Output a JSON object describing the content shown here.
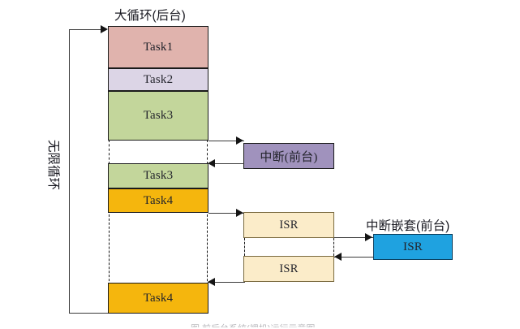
{
  "diagram": {
    "title_main_loop": "大循环(后台)",
    "label_infinite_loop": "无限循环",
    "title_nested_interrupt": "中断嵌套(前台)",
    "caption_cut": "图 前后台系统(裸机)运行示意图",
    "colors": {
      "task1": "#e0b3ad",
      "task2": "#dcd5e6",
      "task3": "#c3d69b",
      "task4": "#f5b60d",
      "interrupt": "#a092bd",
      "isr": "#fbecc9",
      "isr_nested": "#1fa2e0",
      "outline": "#1a1a1a",
      "isr_outline": "#7a6a3f",
      "line": "#3a3a3a"
    },
    "main_column_blocks": [
      {
        "id": "task1",
        "label": "Task1"
      },
      {
        "id": "task2",
        "label": "Task2"
      },
      {
        "id": "task3a",
        "label": "Task3"
      },
      {
        "id": "task3b",
        "label": "Task3"
      },
      {
        "id": "task4a",
        "label": "Task4"
      },
      {
        "id": "task4b",
        "label": "Task4"
      }
    ],
    "interrupt_block": {
      "label": "中断(前台)"
    },
    "isr_blocks": [
      {
        "id": "isr-top",
        "label": "ISR"
      },
      {
        "id": "isr-bottom",
        "label": "ISR"
      }
    ],
    "isr_nested_block": {
      "label": "ISR"
    }
  }
}
